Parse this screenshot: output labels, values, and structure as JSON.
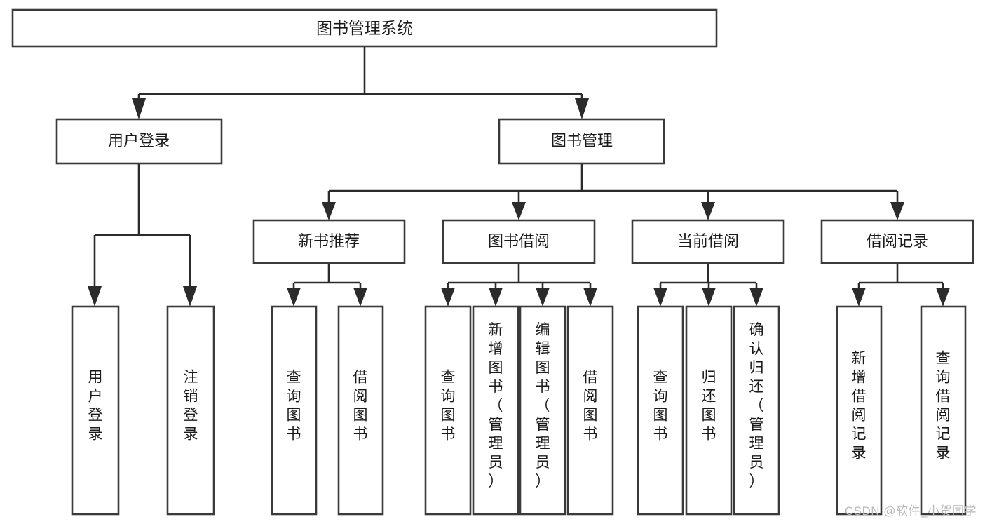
{
  "diagram": {
    "title": "图书管理系统",
    "type": "tree",
    "watermark": "CSDN @软件_小贺同学",
    "colors": {
      "box_stroke": "#3a3a3a",
      "connector": "#2b2b2b",
      "box_fill": "#ffffff",
      "text": "#1a1a1a",
      "watermark": "#b9b9b9",
      "background": "#ffffff"
    },
    "root": {
      "label": "图书管理系统"
    },
    "level1": [
      {
        "label": "用户登录"
      },
      {
        "label": "图书管理"
      }
    ],
    "level2": [
      {
        "label": "新书推荐"
      },
      {
        "label": "图书借阅"
      },
      {
        "label": "当前借阅"
      },
      {
        "label": "借阅记录"
      }
    ],
    "leaves": {
      "user_login": [
        {
          "lines": [
            "用",
            "户",
            "登",
            "录"
          ]
        },
        {
          "lines": [
            "注",
            "销",
            "登",
            "录"
          ]
        }
      ],
      "new_book_recommend": [
        {
          "lines": [
            "查",
            "询",
            "图",
            "书"
          ]
        },
        {
          "lines": [
            "借",
            "阅",
            "图",
            "书"
          ]
        }
      ],
      "book_borrow": [
        {
          "lines": [
            "查",
            "询",
            "图",
            "书"
          ]
        },
        {
          "lines": [
            "新",
            "增",
            "图",
            "书",
            "（",
            "管",
            "理",
            "员",
            "）"
          ]
        },
        {
          "lines": [
            "编",
            "辑",
            "图",
            "书",
            "（",
            "管",
            "理",
            "员",
            "）"
          ]
        },
        {
          "lines": [
            "借",
            "阅",
            "图",
            "书"
          ]
        }
      ],
      "current_borrow": [
        {
          "lines": [
            "查",
            "询",
            "图",
            "书"
          ]
        },
        {
          "lines": [
            "归",
            "还",
            "图",
            "书"
          ]
        },
        {
          "lines": [
            "确",
            "认",
            "归",
            "还",
            "（",
            "管",
            "理",
            "员",
            "）"
          ]
        }
      ],
      "borrow_record": [
        {
          "lines": [
            "新",
            "增",
            "借",
            "阅",
            "记",
            "录"
          ]
        },
        {
          "lines": [
            "查",
            "询",
            "借",
            "阅",
            "记",
            "录"
          ]
        }
      ]
    }
  }
}
